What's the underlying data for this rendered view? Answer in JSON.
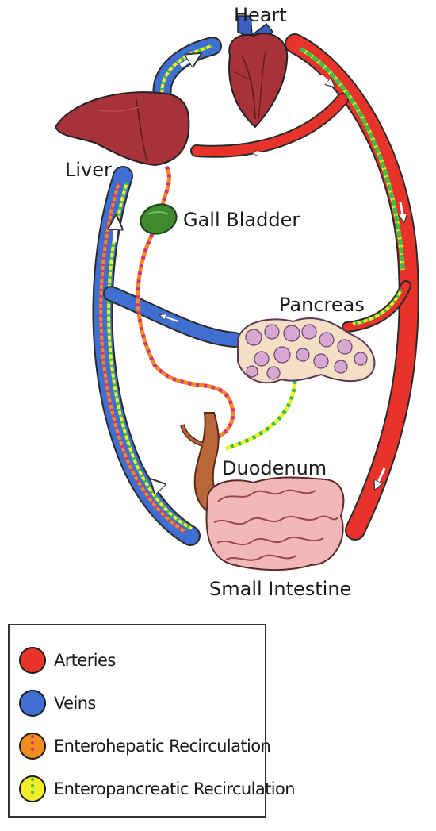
{
  "organs": {
    "heart": "Heart",
    "liver": "Liver",
    "gall_bladder": "Gall Bladder",
    "pancreas": "Pancreas",
    "duodenum": "Duodenum",
    "small_intestine": "Small Intestine"
  },
  "legend": {
    "items": [
      {
        "label": "Arteries",
        "color": "#e8332a"
      },
      {
        "label": "Veins",
        "color": "#3f6fd1"
      },
      {
        "label": "Enterohepatic Recirculation",
        "color": "#f28c1e",
        "dots": "#d6337a"
      },
      {
        "label": "Enteropancreatic Recirculation",
        "color": "#f4ee2a",
        "dots": "#35c24a"
      }
    ]
  },
  "colors": {
    "artery": "#e8332a",
    "vein": "#3f6fd1",
    "enterohepatic_dot": "#d6337a",
    "enteropancreatic_dot": "#35c24a",
    "enteropancreatic_base": "#f4ee2a"
  }
}
